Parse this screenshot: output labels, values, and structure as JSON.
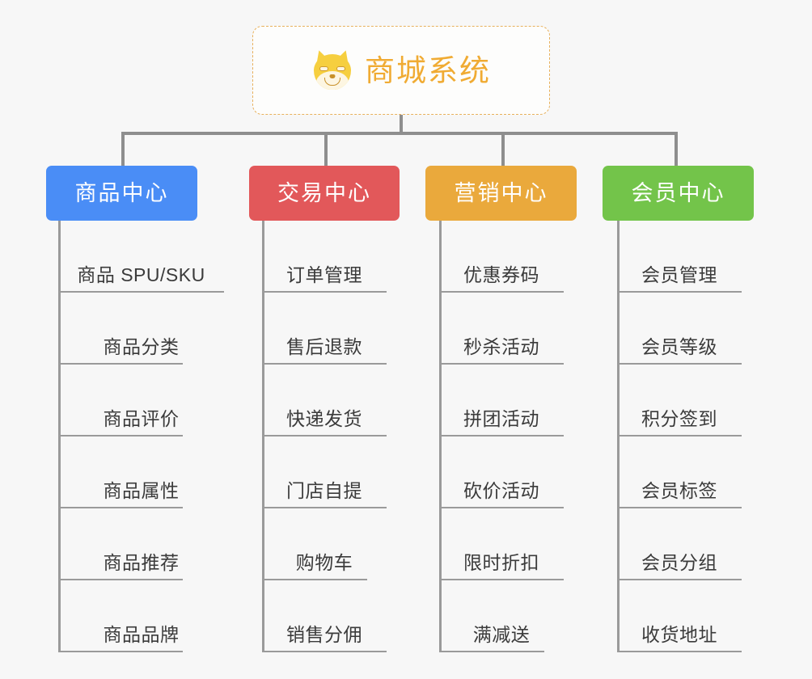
{
  "page": {
    "background_color": "#f7f7f7",
    "title": "商城系统 功能架构图"
  },
  "root": {
    "icon": "shiba-inu-dog-face-icon",
    "label": "商城系统",
    "text_color": "#f0ab33",
    "border_color": "#e8b15c",
    "background_color": "#fdfdfc"
  },
  "columns": [
    {
      "id": "product-center",
      "label": "商品中心",
      "color": "#4a8df6",
      "label_color": "#ffffff",
      "items": [
        "商品 SPU/SKU",
        "商品分类",
        "商品评价",
        "商品属性",
        "商品推荐",
        "商品品牌"
      ]
    },
    {
      "id": "trade-center",
      "label": "交易中心",
      "color": "#e2585a",
      "label_color": "#ffffff",
      "items": [
        "订单管理",
        "售后退款",
        "快递发货",
        "门店自提",
        "购物车",
        "销售分佣"
      ]
    },
    {
      "id": "marketing-center",
      "label": "营销中心",
      "color": "#eaa93c",
      "label_color": "#ffffff",
      "items": [
        "优惠券码",
        "秒杀活动",
        "拼团活动",
        "砍价活动",
        "限时折扣",
        "满减送"
      ]
    },
    {
      "id": "member-center",
      "label": "会员中心",
      "color": "#73c44a",
      "label_color": "#ffffff",
      "items": [
        "会员管理",
        "会员等级",
        "积分签到",
        "会员标签",
        "会员分组",
        "收货地址"
      ]
    }
  ],
  "connector": {
    "color": "#8e8e8e",
    "spine_color": "#9a9a9a"
  }
}
